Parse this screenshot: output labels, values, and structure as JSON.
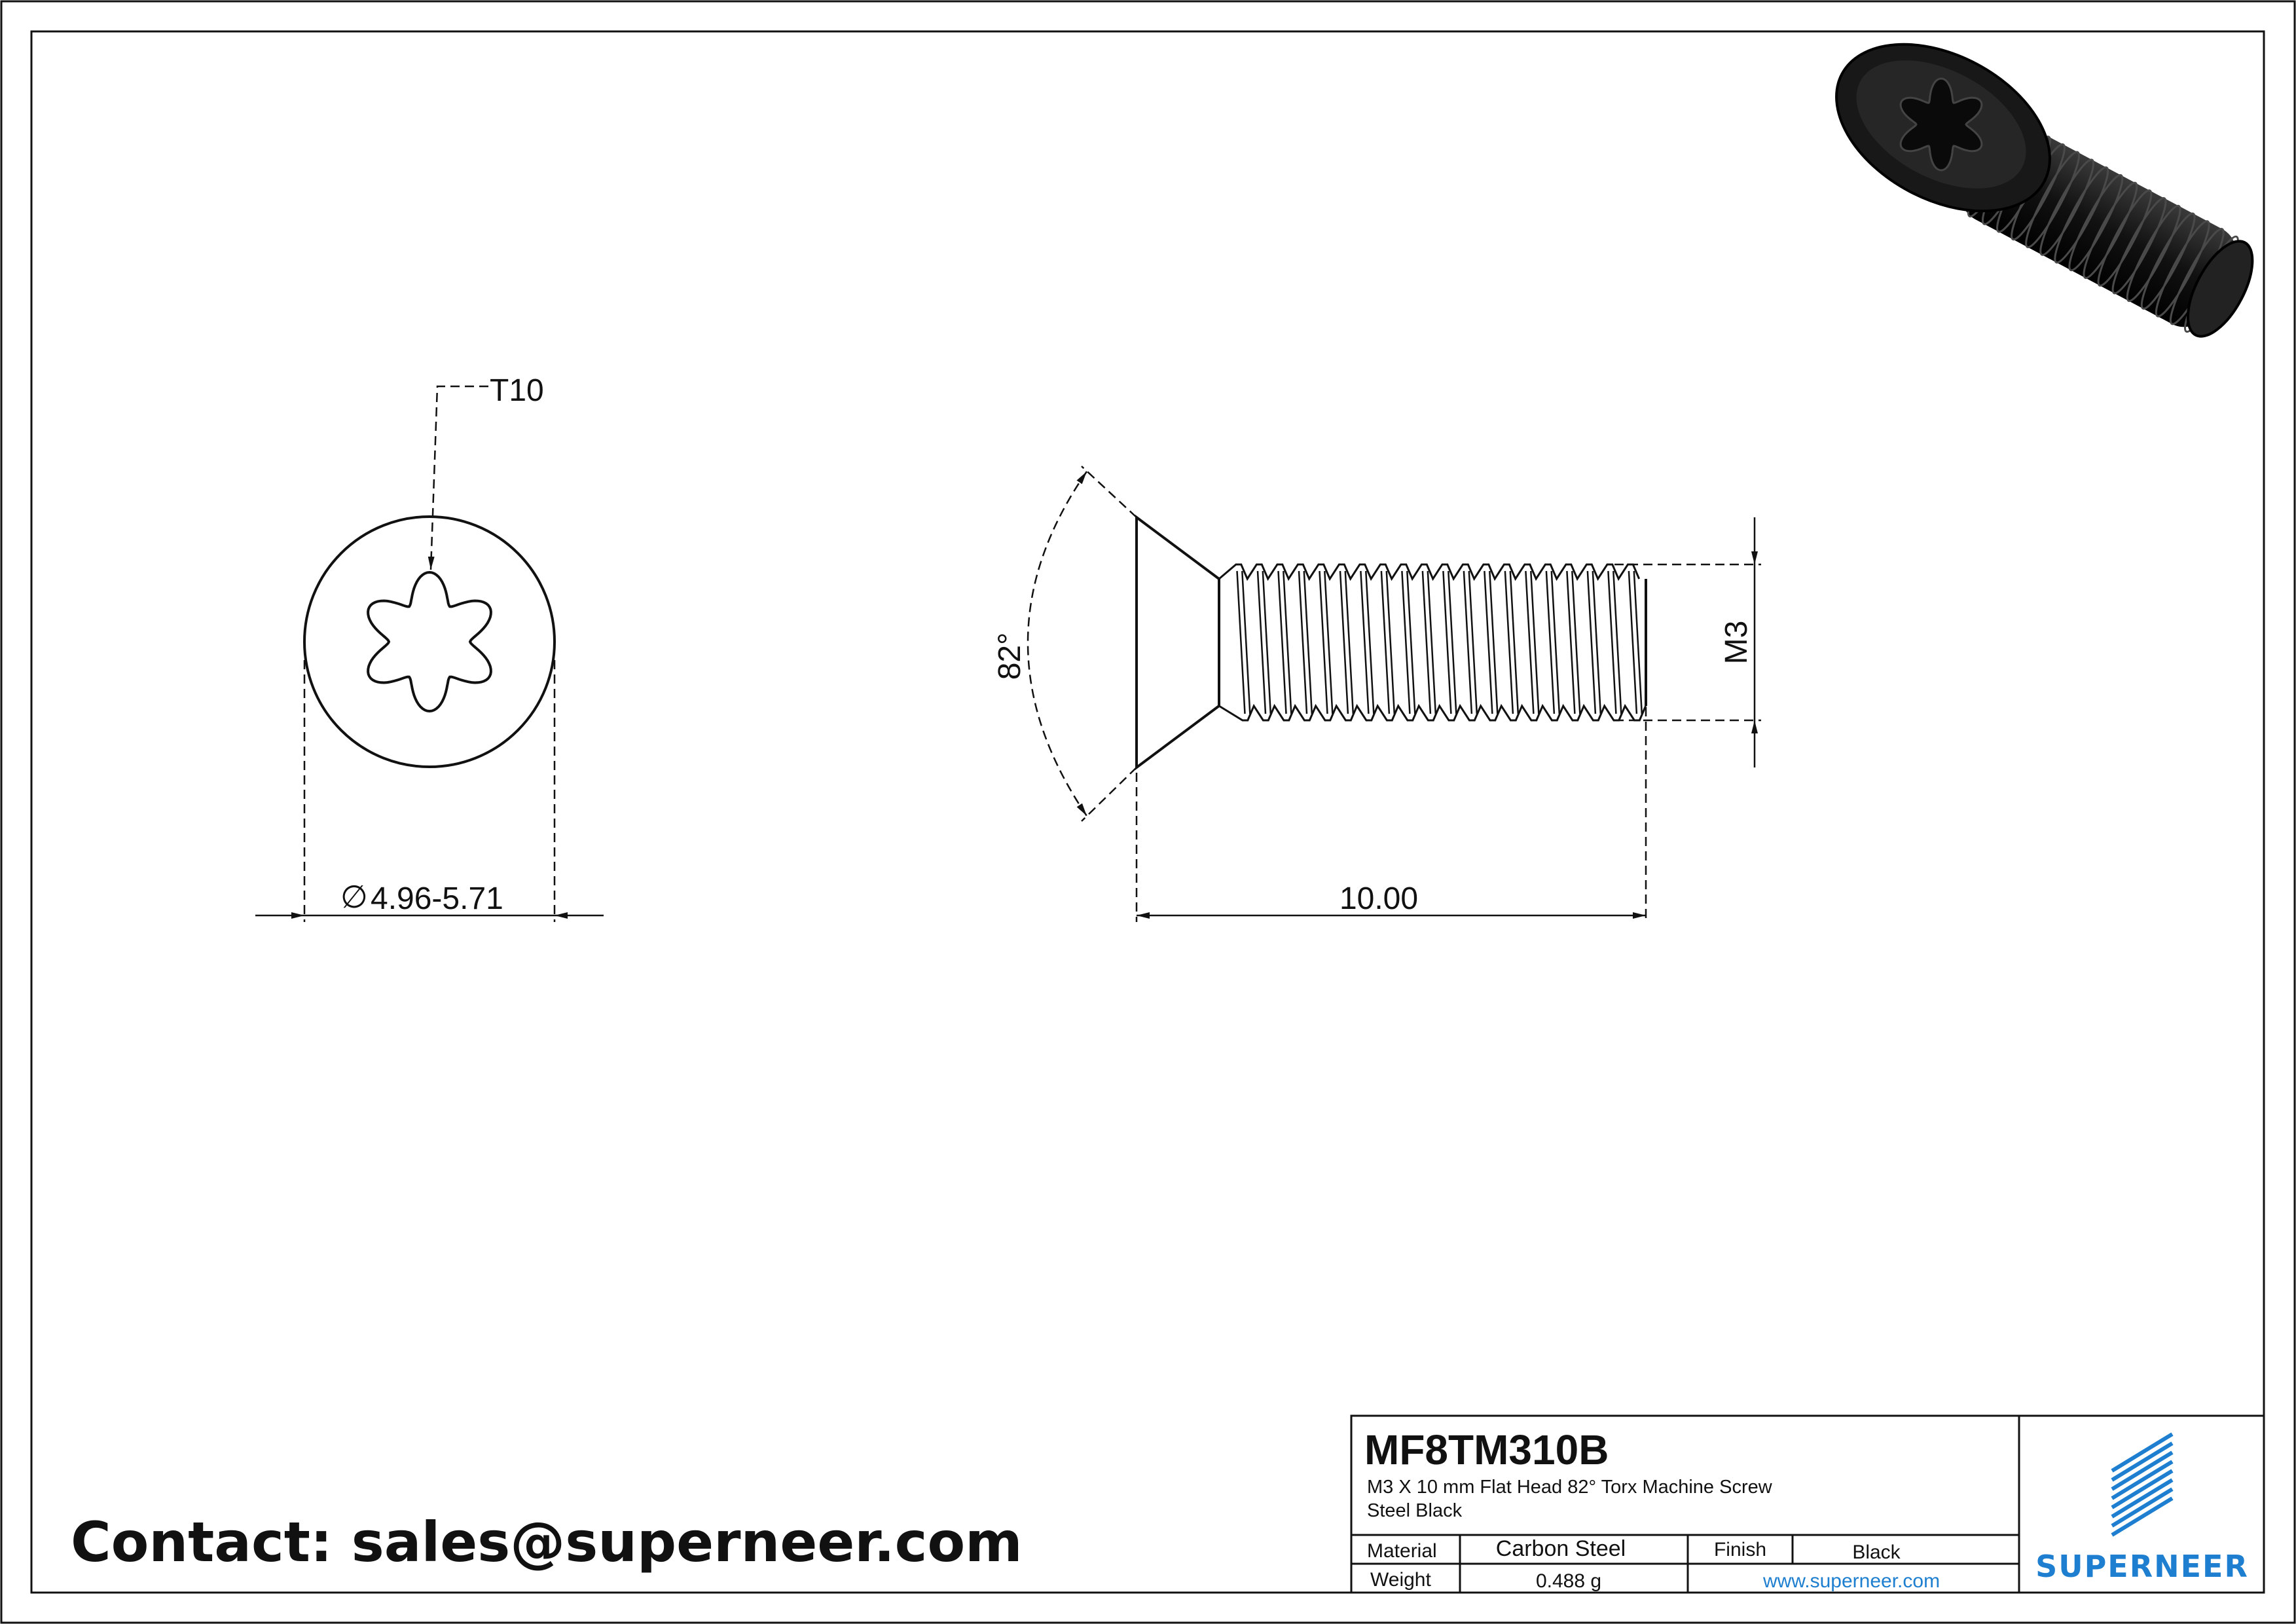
{
  "views": {
    "front": {
      "drive_callout": "T10",
      "head_diameter": "4.96-5.71",
      "diameter_symbol": "∅"
    },
    "side": {
      "head_angle": "82°",
      "thread_size": "M3",
      "length": "10.00"
    }
  },
  "title_block": {
    "part_number": "MF8TM310B",
    "description_line1": "M3 X 10 mm  Flat Head 82° Torx Machine Screw",
    "description_line2": "Steel Black",
    "material_label": "Material",
    "material_value": "Carbon Steel",
    "finish_label": "Finish",
    "finish_value": "Black",
    "weight_label": "Weight",
    "weight_value": "0.488 g",
    "website": "www.superneer.com",
    "logo_text": "SUPERNEER"
  },
  "contact": "Contact: sales@superneer.com",
  "colors": {
    "line": "#111111",
    "brand_blue": "#1e7fd0",
    "screw_black": "#1a1a1a"
  },
  "icons": [
    "torx-drive-icon",
    "superneer-logo-icon",
    "screw-render-image"
  ]
}
